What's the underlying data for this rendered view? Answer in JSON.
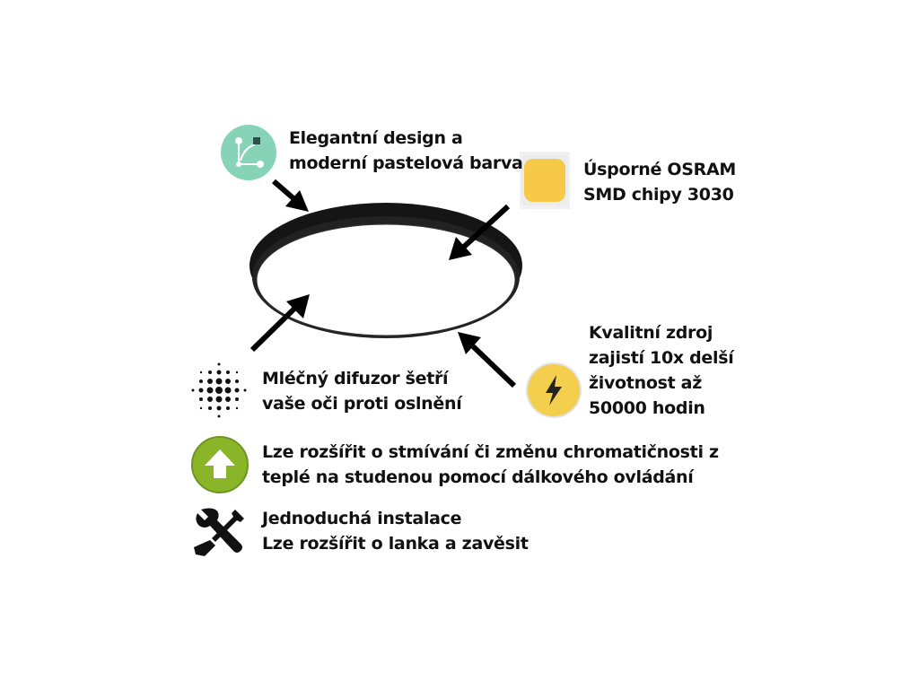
{
  "features": {
    "design": {
      "line1": "Elegantní design a",
      "line2": "moderní pastelová barva"
    },
    "chips": {
      "line1": "Úsporné OSRAM",
      "line2": "SMD chipy 3030"
    },
    "source": {
      "line1": "Kvalitní zdroj",
      "line2": "zajistí 10x delší",
      "line3": "životnost až",
      "line4": "50000 hodin"
    },
    "diffuser": {
      "line1": "Mléčný difuzor šetří",
      "line2": "vaše oči proti oslnění"
    },
    "dimming": {
      "line1": "Lze rozšířit o stmívání či změnu chromatičnosti z",
      "line2": "teplé na studenou pomocí dálkového ovládání"
    },
    "install": {
      "line1": "Jednoduchá instalace",
      "line2": "Lze rozšířit o lanka a zavěsit"
    }
  },
  "icons": {
    "design": "design-tool-icon",
    "chips": "led-chip-icon",
    "source": "lightning-icon",
    "diffuser": "diffuser-dots-icon",
    "dimming": "arrow-up-icon",
    "install": "wrench-screwdriver-icon"
  },
  "colors": {
    "text": "#111111",
    "design_icon_bg": "#86d3b7",
    "chip_yellow": "#f7c948",
    "lightning_bg": "#f4cf4e",
    "dimming_green": "#8ab528",
    "lamp_frame": "#1a1a1a"
  }
}
